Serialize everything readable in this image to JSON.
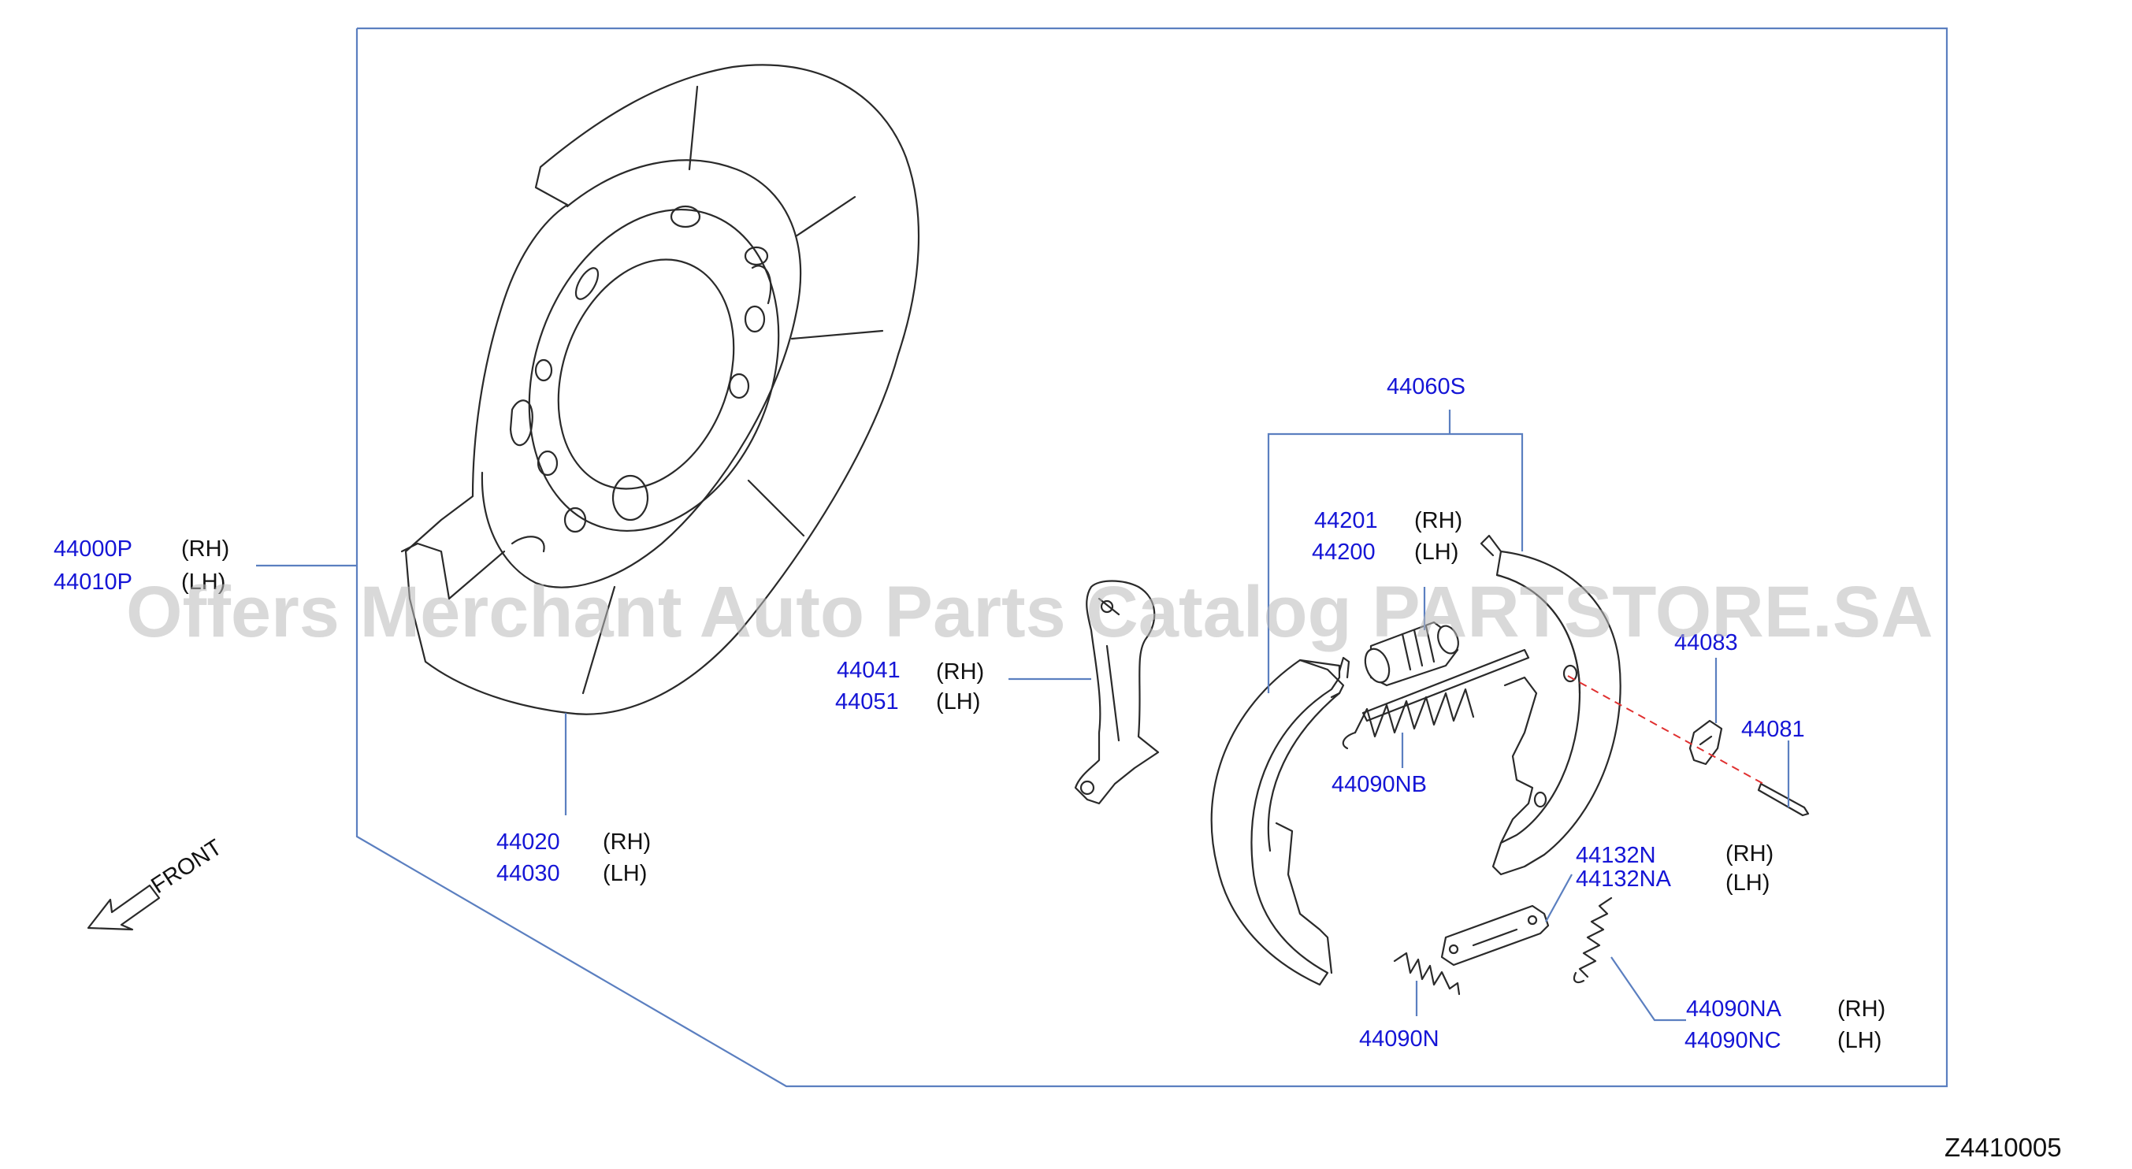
{
  "watermark": "Offers Merchant Auto Parts Catalog PARTSTORE.SA",
  "diagram_code": "Z4410005",
  "front_label": "FRONT",
  "side_labels": {
    "rh": "(RH)",
    "lh": "(LH)"
  },
  "parts": {
    "p44000P": "44000P",
    "p44010P": "44010P",
    "p44020": "44020",
    "p44030": "44030",
    "p44041": "44041",
    "p44051": "44051",
    "p44060S": "44060S",
    "p44201": "44201",
    "p44200": "44200",
    "p44083": "44083",
    "p44081": "44081",
    "p44090NB": "44090NB",
    "p44132N": "44132N",
    "p44132NA": "44132NA",
    "p44090N": "44090N",
    "p44090NA": "44090NA",
    "p44090NC": "44090NC"
  },
  "colors": {
    "part_number": "#1515d6",
    "leader": "#5b7fc0",
    "drawing": "#2a2a2a",
    "dashed_axis": "#e03030"
  }
}
